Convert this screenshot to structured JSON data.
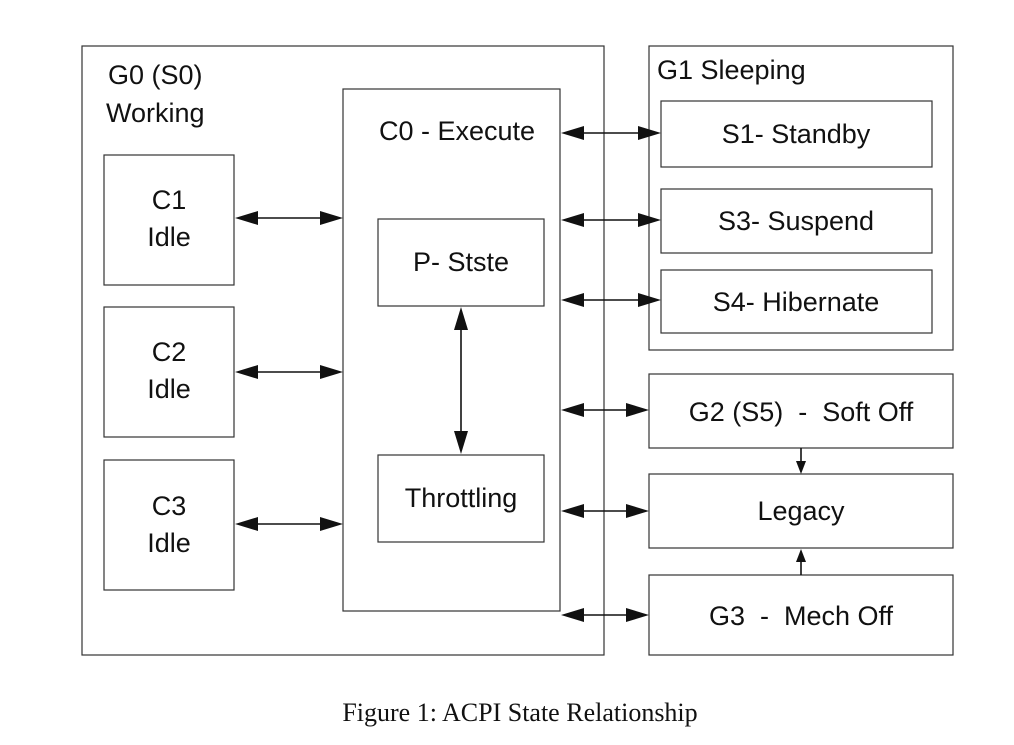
{
  "g0": {
    "title_line1": "G0 (S0)",
    "title_line2": "Working"
  },
  "c_states": [
    {
      "line1": "C1",
      "line2": "Idle"
    },
    {
      "line1": "C2",
      "line2": "Idle"
    },
    {
      "line1": "C3",
      "line2": "Idle"
    }
  ],
  "c0": {
    "label": "C0 - Execute",
    "p_state": "P- Stste",
    "throttling": "Throttling"
  },
  "g1": {
    "title": "G1 Sleeping",
    "s_states": [
      "S1- Standby",
      "S3- Suspend",
      "S4- Hibernate"
    ]
  },
  "g2": {
    "label": "G2 (S5)  -  Soft Off"
  },
  "legacy": {
    "label": "Legacy"
  },
  "g3": {
    "label": "G3  -  Mech Off"
  },
  "caption": "Figure 1: ACPI State Relationship"
}
